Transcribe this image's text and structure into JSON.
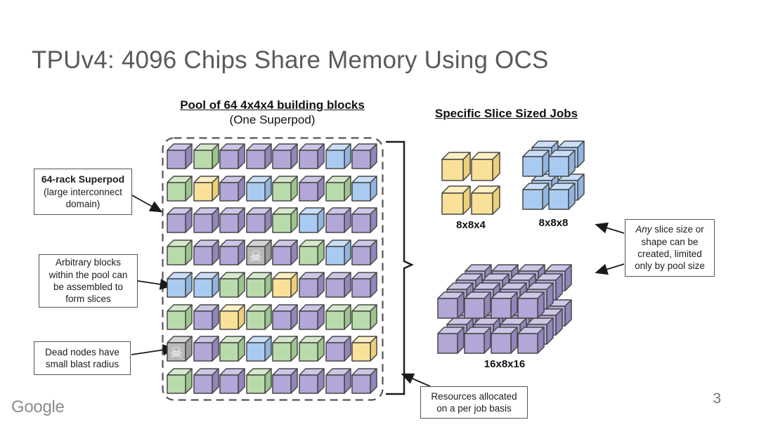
{
  "slide": {
    "title": "TPUv4: 4096 Chips Share Memory Using OCS",
    "page_number": "3",
    "brand": "Google"
  },
  "pool": {
    "title": "Pool of 64 4x4x4 building blocks",
    "subtitle": "(One Superpod)",
    "grid_rows": [
      [
        "purple",
        "green",
        "purple",
        "purple",
        "purple",
        "purple",
        "blue",
        "purple"
      ],
      [
        "green",
        "yellow",
        "purple",
        "blue",
        "green",
        "purple",
        "green",
        "blue"
      ],
      [
        "purple",
        "purple",
        "purple",
        "purple",
        "green",
        "blue",
        "purple",
        "purple"
      ],
      [
        "green",
        "purple",
        "purple",
        "skull",
        "purple",
        "green",
        "blue",
        "purple"
      ],
      [
        "blue",
        "blue",
        "green",
        "green",
        "yellow",
        "purple",
        "purple",
        "purple"
      ],
      [
        "green",
        "purple",
        "yellow",
        "green",
        "purple",
        "purple",
        "green",
        "green"
      ],
      [
        "skull",
        "purple",
        "green",
        "blue",
        "green",
        "green",
        "purple",
        "yellow"
      ],
      [
        "green",
        "purple",
        "purple",
        "green",
        "purple",
        "purple",
        "purple",
        "purple"
      ]
    ]
  },
  "jobs": {
    "title": "Specific Slice Sized Jobs",
    "clusters": [
      {
        "label": "8x8x4",
        "color": "yellow",
        "cols": 2,
        "rows": 2,
        "depth": 1
      },
      {
        "label": "8x8x8",
        "color": "blue",
        "cols": 2,
        "rows": 2,
        "depth": 2
      },
      {
        "label": "16x8x16",
        "color": "purple",
        "cols": 4,
        "rows": 2,
        "depth": 4
      }
    ]
  },
  "callouts": {
    "superpod": {
      "heading": "64-rack Superpod",
      "body": "(large interconnect domain)"
    },
    "arbitrary": {
      "text": "Arbitrary blocks within the pool can be assembled to form slices"
    },
    "dead_nodes": {
      "text": "Dead nodes have small blast radius"
    },
    "any_slice": {
      "italic": "Any",
      "rest": " slice size or shape can be created, limited only by pool size"
    },
    "resources": {
      "text": "Resources allocated on a per job basis"
    }
  },
  "colors": {
    "purple": {
      "front": "#b2a7d6",
      "top": "#cdc6e6",
      "side": "#9187bb"
    },
    "green": {
      "front": "#b9dbab",
      "top": "#d5e9ca",
      "side": "#9cc68d"
    },
    "blue": {
      "front": "#aacbf1",
      "top": "#cadef7",
      "side": "#90b5e0"
    },
    "yellow": {
      "front": "#f9e199",
      "top": "#fcefc2",
      "side": "#eccf78"
    },
    "skull": {
      "front": "#b9b9b9",
      "top": "#d4d4d4",
      "side": "#9d9d9d"
    },
    "stroke": "#474747"
  },
  "skull_glyph": "☠"
}
